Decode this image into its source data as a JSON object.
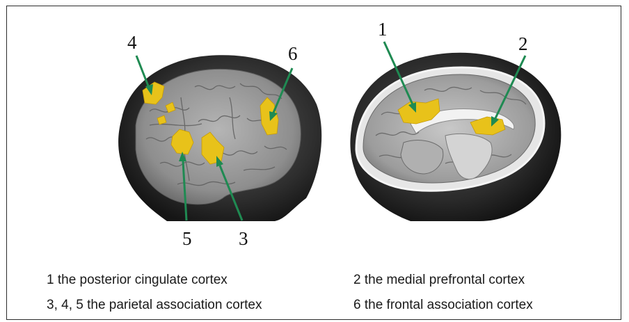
{
  "labels": {
    "n1": "1",
    "n2": "2",
    "n3": "3",
    "n4": "4",
    "n5": "5",
    "n6": "6"
  },
  "legend": {
    "item1": "1 the posterior cingulate cortex",
    "item2": "2 the medial prefrontal cortex",
    "item3": "3, 4, 5 the parietal association cortex",
    "item4": "6 the frontal association cortex"
  },
  "colors": {
    "activation": "#e8c21a",
    "arrow": "#1f8a52",
    "head": "#2a2a2a",
    "brain": "#9a9a9a"
  }
}
